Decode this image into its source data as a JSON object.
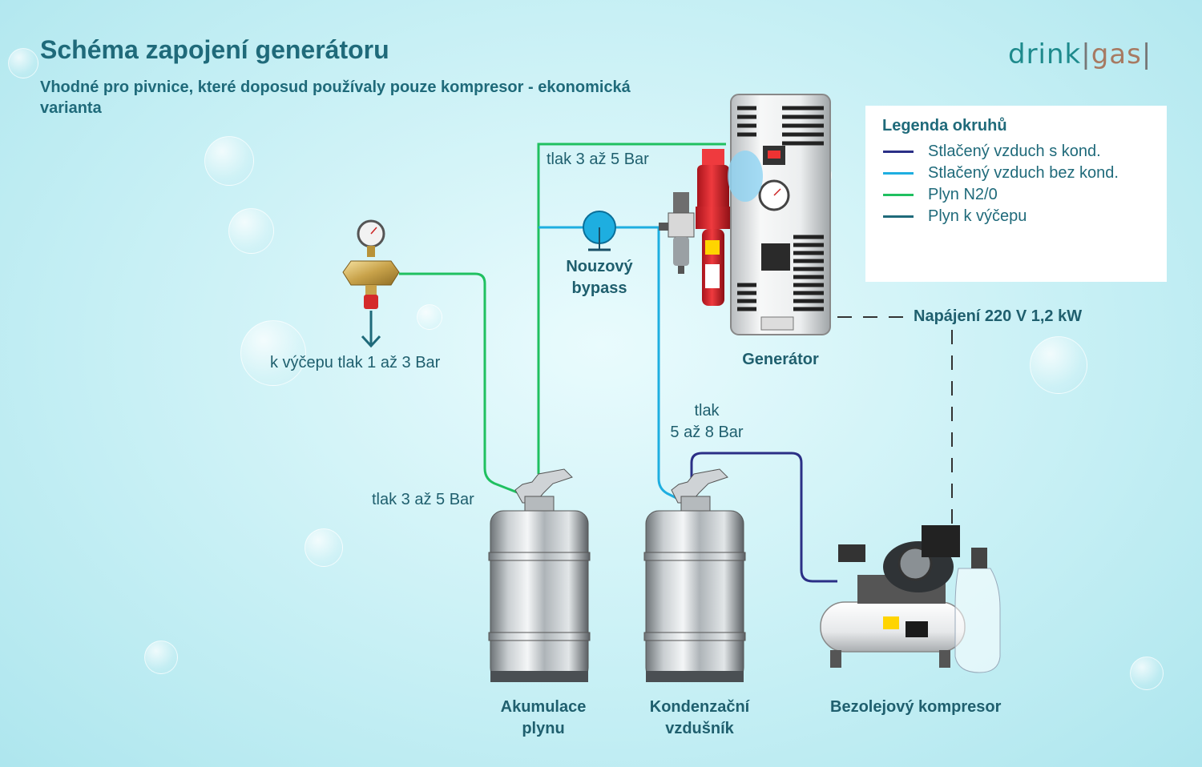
{
  "title": "Schéma zapojení generátoru",
  "subtitle": "Vhodné pro pivnice, které doposud používaly pouze kompresor - ekonomická varianta",
  "logo": {
    "left": "drink",
    "separator": "|",
    "right": "gas"
  },
  "legend": {
    "title": "Legenda okruhů",
    "items": [
      {
        "label": "Stlačený vzduch s kond.",
        "color": "#2b2f86"
      },
      {
        "label": "Stlačený vzduch bez kond.",
        "color": "#1eaee0"
      },
      {
        "label": "Plyn N2/0",
        "color": "#20c060"
      },
      {
        "label": "Plyn k výčepu",
        "color": "#1f6a7a"
      }
    ]
  },
  "labels": {
    "pressure_top": "tlak 3 až 5 Bar",
    "bypass_1": "Nouzový",
    "bypass_2": "bypass",
    "generator": "Generátor",
    "power": "Napájení 220 V 1,2 kW",
    "regulator_out": "k výčepu tlak 1 až 3 Bar",
    "pressure_air_1": "tlak",
    "pressure_air_2": "5 až 8 Bar",
    "pressure_keg": "tlak 3 až 5 Bar",
    "accumulation_1": "Akumulace",
    "accumulation_2": "plynu",
    "condensation_1": "Kondenzační",
    "condensation_2": "vzdušník",
    "compressor": "Bezolejový kompresor"
  }
}
